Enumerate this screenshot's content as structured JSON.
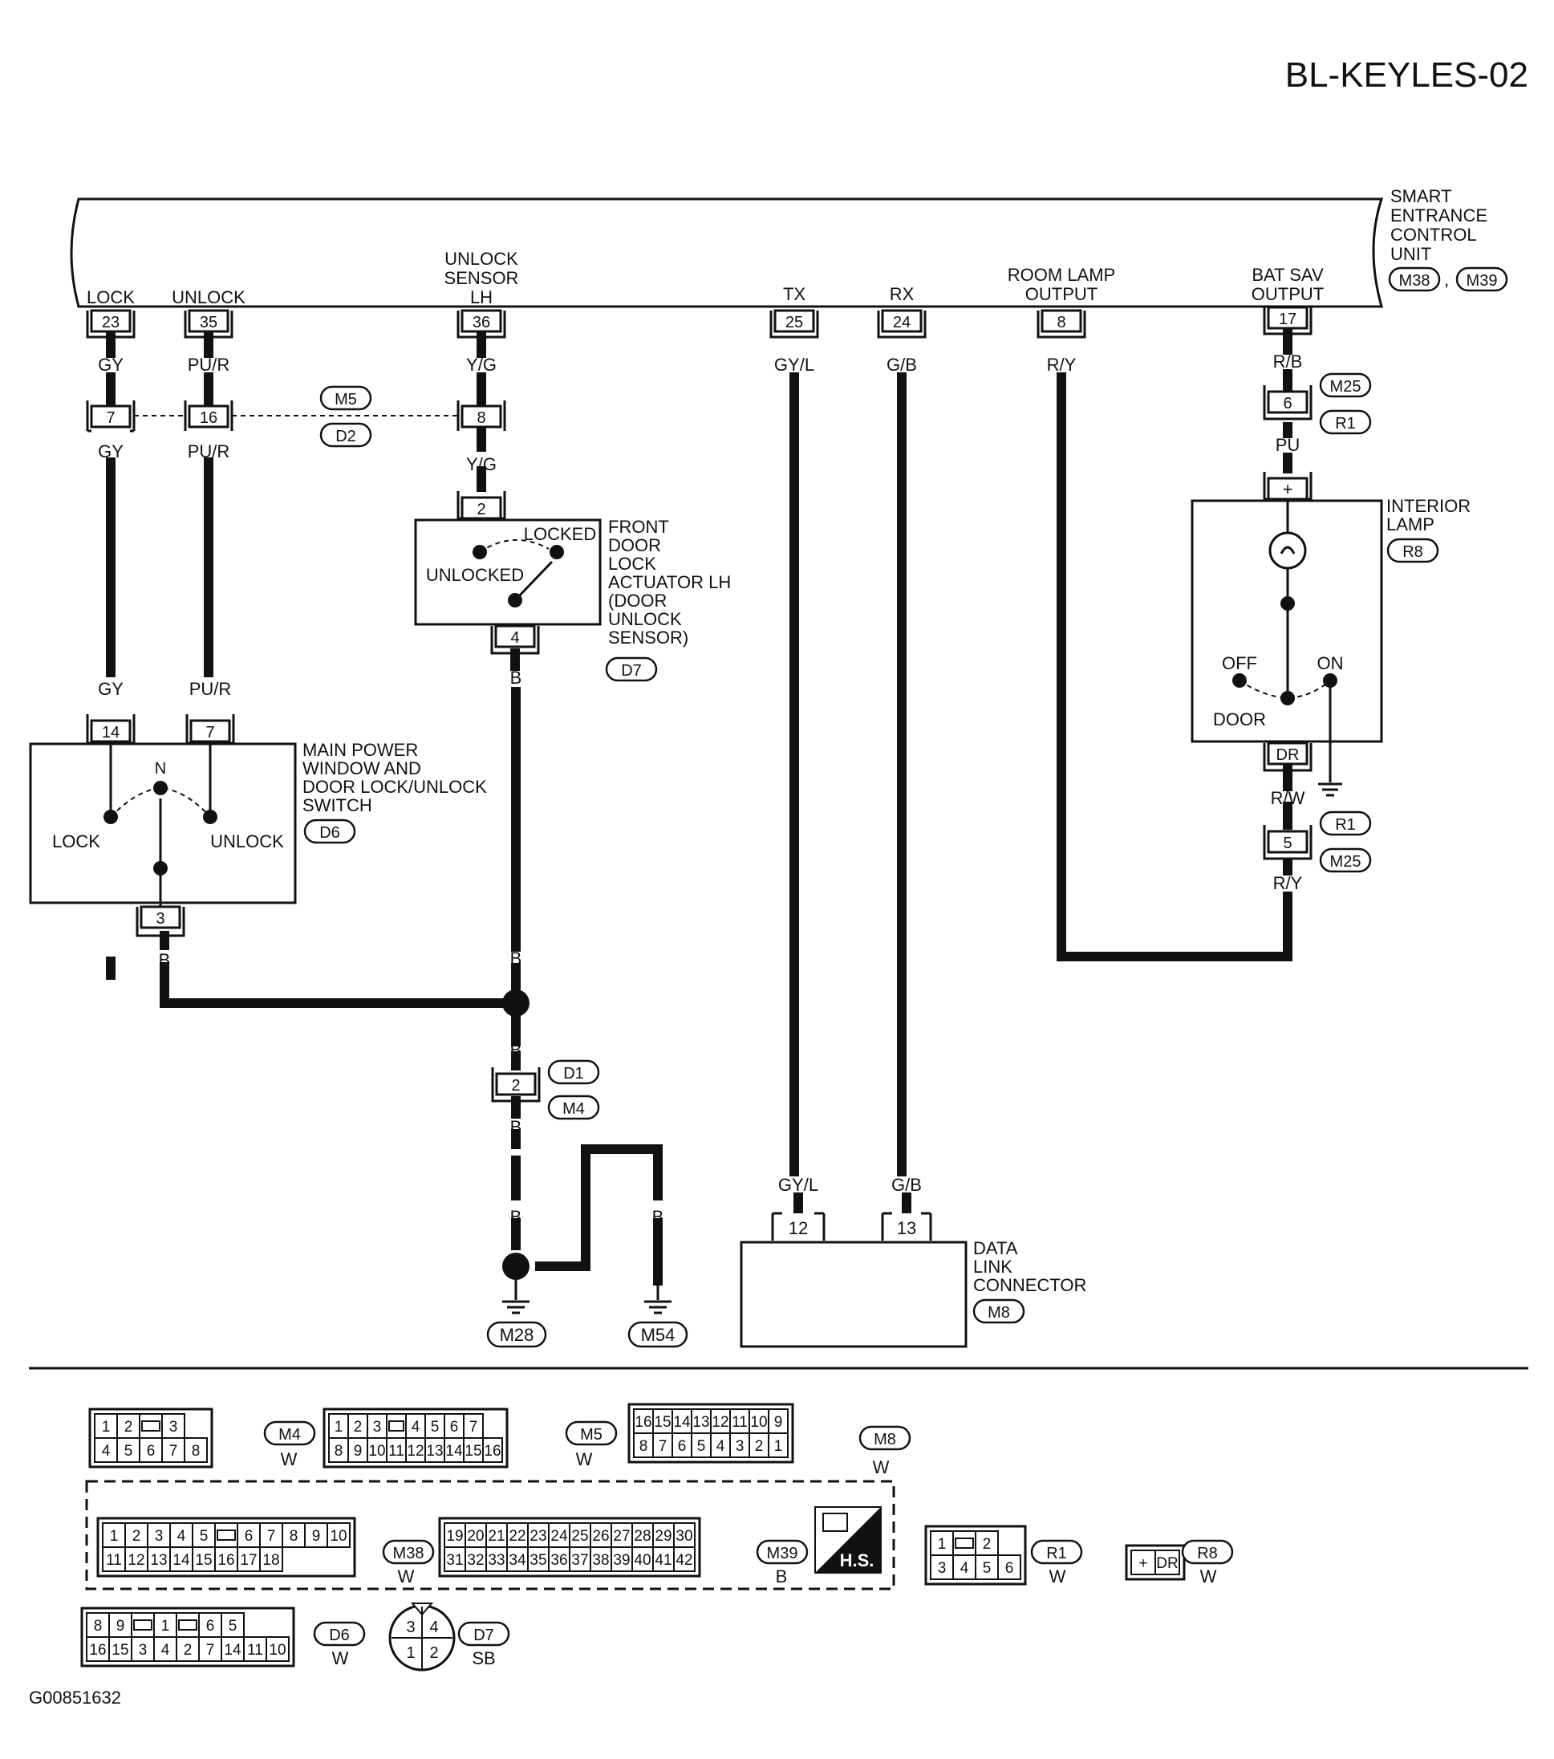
{
  "title": "BL-KEYLES-02",
  "figure_id": "G00851632",
  "control_unit": {
    "name": [
      "SMART",
      "ENTRANCE",
      "CONTROL",
      "UNIT"
    ],
    "connectors": [
      "M38",
      "M39"
    ],
    "separator": ","
  },
  "terminals": {
    "lock": {
      "label": "LOCK",
      "pin": "23",
      "wire": "GY"
    },
    "unlock": {
      "label": "UNLOCK",
      "pin": "35",
      "wire": "PU/R"
    },
    "unlock_sensor": {
      "label": [
        "UNLOCK",
        "SENSOR",
        "LH"
      ],
      "pin": "36",
      "wire": "Y/G"
    },
    "tx": {
      "label": "TX",
      "pin": "25",
      "wire": "GY/L"
    },
    "rx": {
      "label": "RX",
      "pin": "24",
      "wire": "G/B"
    },
    "room_lamp": {
      "label": [
        "ROOM LAMP",
        "OUTPUT"
      ],
      "pin": "8",
      "wire": "R/Y"
    },
    "bat_sav": {
      "label": [
        "BAT SAV",
        "OUTPUT"
      ],
      "pin": "17",
      "wire": "R/B"
    }
  },
  "joint_m5_d2": {
    "connectors": [
      "M5",
      "D2"
    ],
    "pins": [
      "7",
      "16",
      "8"
    ],
    "wires_below": [
      "GY",
      "PU/R",
      "Y/G"
    ]
  },
  "main_switch": {
    "name": [
      "MAIN POWER",
      "WINDOW AND",
      "DOOR LOCK/UNLOCK",
      "SWITCH"
    ],
    "connector": "D6",
    "pins": {
      "lock": "14",
      "unlock": "7",
      "ground": "3"
    },
    "wire_labels": {
      "lock": "GY",
      "unlock": "PU/R",
      "ground": "B"
    },
    "positions": {
      "lock": "LOCK",
      "neutral": "N",
      "unlock": "UNLOCK"
    }
  },
  "door_actuator": {
    "name": [
      "FRONT",
      "DOOR",
      "LOCK",
      "ACTUATOR LH",
      "(DOOR",
      "UNLOCK",
      "SENSOR)"
    ],
    "connector": "D7",
    "pins": {
      "in": "2",
      "out": "4"
    },
    "states": {
      "locked": "LOCKED",
      "unlocked": "UNLOCKED"
    },
    "wire_out": "B"
  },
  "ground_path": {
    "splice_wire": "B",
    "wire_below_splice": "B",
    "connector_pin": "2",
    "connectors": [
      "D1",
      "M4"
    ],
    "wire_below_connector": "B",
    "ground_wires": [
      "B",
      "B",
      "B"
    ],
    "grounds": [
      "M28",
      "M54"
    ]
  },
  "interior_lamp": {
    "name": [
      "INTERIOR",
      "LAMP"
    ],
    "connector": "R8",
    "pin_plus": "+",
    "pin_dr": "DR",
    "positions": {
      "off": "OFF",
      "on": "ON",
      "door": "DOOR"
    },
    "upper_connector": {
      "pin": "6",
      "connectors": [
        "M25",
        "R1"
      ],
      "wire_below": "PU"
    },
    "lower_connector": {
      "pin": "5",
      "connectors": [
        "R1",
        "M25"
      ],
      "wire_above": "R/W",
      "wire_below": "R/Y"
    }
  },
  "data_link": {
    "name": [
      "DATA",
      "LINK",
      "CONNECTOR"
    ],
    "connector": "M8",
    "pins": {
      "tx": "12",
      "rx": "13"
    },
    "wires": {
      "tx": "GY/L",
      "rx": "G/B"
    }
  },
  "connector_views": {
    "m4": {
      "id": "M4",
      "color": "W",
      "rows": [
        [
          "1",
          "2",
          "",
          "3"
        ],
        [
          "4",
          "5",
          "6",
          "7",
          "8"
        ]
      ]
    },
    "m5": {
      "id": "M5",
      "color": "W",
      "rows": [
        [
          "1",
          "2",
          "3",
          "",
          "4",
          "5",
          "6",
          "7"
        ],
        [
          "8",
          "9",
          "10",
          "11",
          "12",
          "13",
          "14",
          "15",
          "16"
        ]
      ]
    },
    "m8": {
      "id": "M8",
      "color": "W",
      "rows": [
        [
          "16",
          "15",
          "14",
          "13",
          "12",
          "11",
          "10",
          "9"
        ],
        [
          "8",
          "7",
          "6",
          "5",
          "4",
          "3",
          "2",
          "1"
        ]
      ]
    },
    "m38": {
      "id": "M38",
      "color": "W",
      "rows": [
        [
          "1",
          "2",
          "3",
          "4",
          "5",
          "",
          "6",
          "7",
          "8",
          "9",
          "10"
        ],
        [
          "11",
          "12",
          "13",
          "14",
          "15",
          "16",
          "17",
          "18"
        ]
      ]
    },
    "m39": {
      "id": "M39",
      "color": "B",
      "rows": [
        [
          "19",
          "20",
          "21",
          "22",
          "23",
          "24",
          "25",
          "26",
          "27",
          "28",
          "29",
          "30"
        ],
        [
          "31",
          "32",
          "33",
          "34",
          "35",
          "36",
          "37",
          "38",
          "39",
          "40",
          "41",
          "42"
        ]
      ]
    },
    "hs": {
      "label": "H.S."
    },
    "r1": {
      "id": "R1",
      "color": "W",
      "rows": [
        [
          "1",
          "",
          "2"
        ],
        [
          "3",
          "4",
          "5",
          "6"
        ]
      ]
    },
    "r8": {
      "id": "R8",
      "color": "W",
      "rows": [
        [
          "+",
          "DR"
        ]
      ]
    },
    "d6": {
      "id": "D6",
      "color": "W",
      "rows": [
        [
          "8",
          "9",
          "",
          "1",
          "",
          "6",
          "5"
        ],
        [
          "16",
          "15",
          "3",
          "4",
          "2",
          "7",
          "14",
          "11",
          "10"
        ]
      ]
    },
    "d7": {
      "id": "D7",
      "color": "SB",
      "rows": [
        [
          "3",
          "4"
        ],
        [
          "1",
          "2"
        ]
      ]
    }
  }
}
